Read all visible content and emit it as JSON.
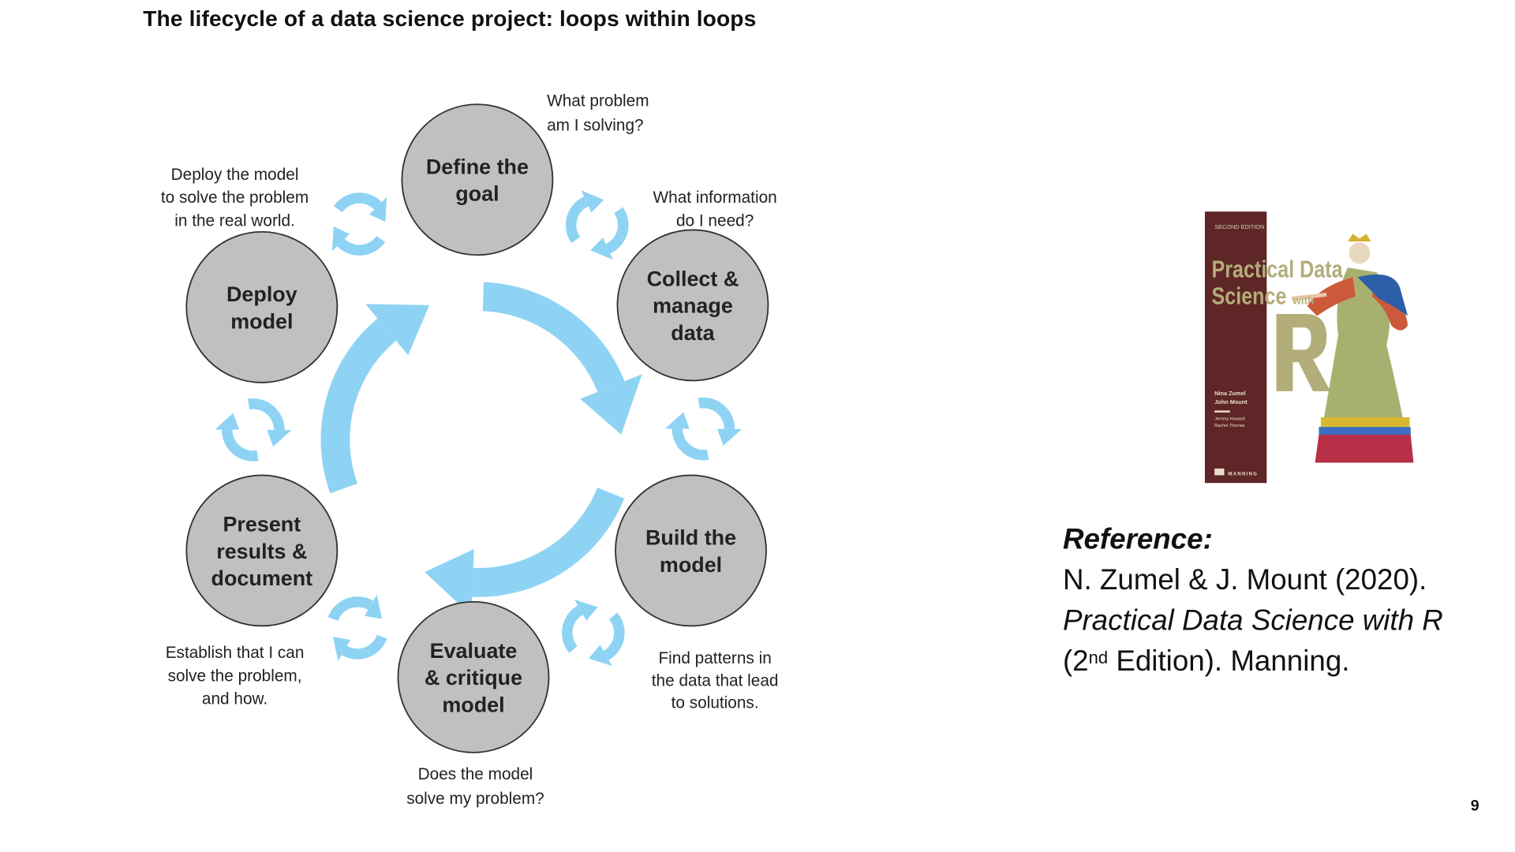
{
  "title": "The lifecycle of a data science project: loops within loops",
  "colors": {
    "circle_fill": "#c0c0c0",
    "circle_stroke": "#333333",
    "arrow": "#8ed3f4",
    "cover_maroon": "#5e2626",
    "cover_text": "#b3ad7a"
  },
  "stages": {
    "define": [
      "Define the",
      "goal"
    ],
    "collect": [
      "Collect &",
      "manage",
      "data"
    ],
    "build": [
      "Build the",
      "model"
    ],
    "evaluate": [
      "Evaluate",
      "& critique",
      "model"
    ],
    "present": [
      "Present",
      "results &",
      "document"
    ],
    "deploy": [
      "Deploy",
      "model"
    ]
  },
  "annotations": {
    "define": [
      "What problem",
      "am I solving?"
    ],
    "collect": [
      "What information",
      "do I need?"
    ],
    "deploy": [
      "Deploy the model",
      "to solve the problem",
      "in the real world."
    ],
    "build": [
      "Find patterns in",
      "the data that lead",
      "to solutions."
    ],
    "present": [
      "Establish that I can",
      "solve the problem,",
      "and how."
    ],
    "evaluate": [
      "Does the model",
      "solve my problem?"
    ]
  },
  "cover": {
    "edition": "SECOND EDITION",
    "title_line1": "Practical Data",
    "title_line2": "Science",
    "title_with": "with",
    "title_R": "R",
    "authors": [
      "Nina Zumel",
      "John Mount"
    ],
    "foreword_by": [
      "Jeremy Howard",
      "Rachel Thomas"
    ],
    "publisher": "MANNING"
  },
  "reference": {
    "heading": "Reference:",
    "line1": "N. Zumel & J. Mount (2020).",
    "line2": "Practical Data Science with R",
    "line3_pre": "(2",
    "line3_sup": "nd",
    "line3_post": " Edition). Manning."
  },
  "page_number": "9"
}
